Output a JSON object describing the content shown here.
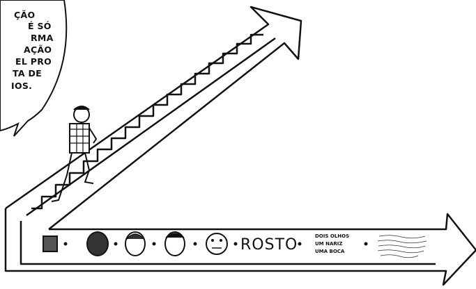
{
  "speech_bubble": {
    "lines": [
      "ÇÃO",
      "É SÓ",
      "RMA",
      "AÇÃO",
      "EL PRO",
      "TA DE",
      "IOS."
    ]
  },
  "scale": {
    "word": "ROSTO",
    "text_block": [
      "DOIS OLHOS",
      "UM NARIZ",
      "UMA BOCA"
    ],
    "separator": "·"
  }
}
